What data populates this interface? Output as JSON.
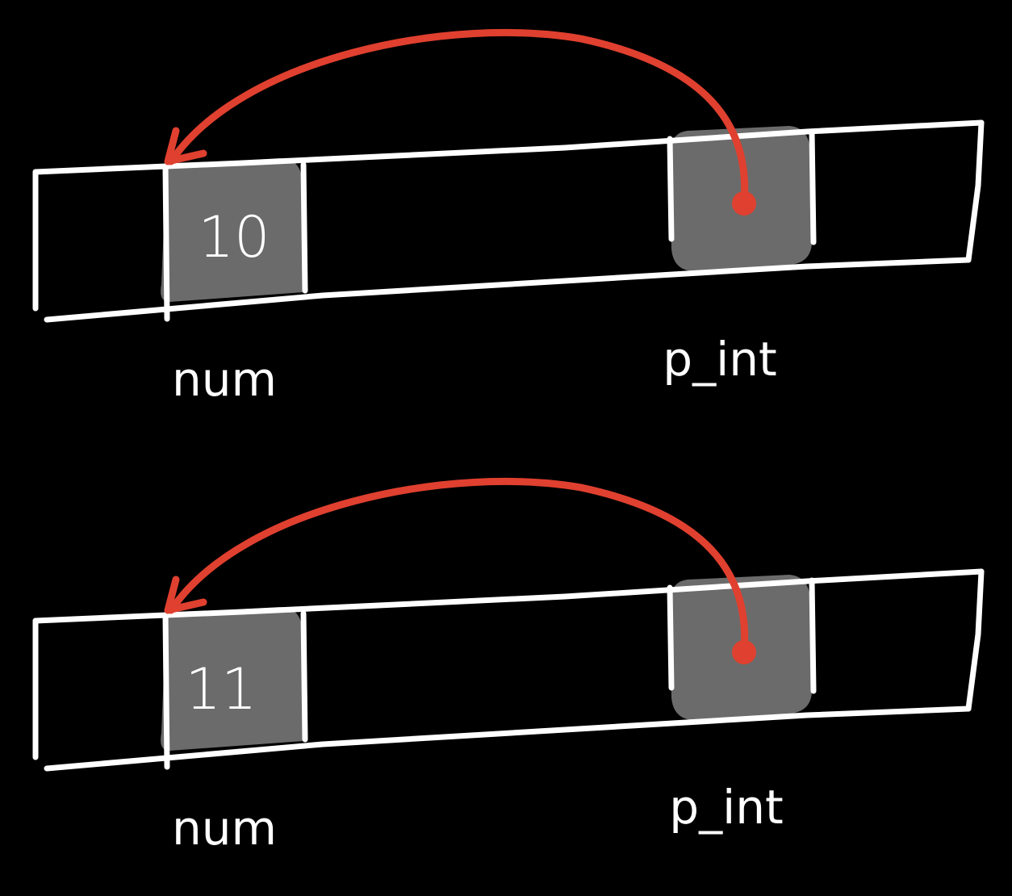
{
  "colors": {
    "background": "#000000",
    "outline": "#ffffff",
    "cell_fill": "#6b6b6b",
    "pointer_arrow": "#e0402f"
  },
  "panels": [
    {
      "num_value": "10",
      "num_label": "num",
      "pointer_label": "p_int"
    },
    {
      "num_value": "11",
      "num_label": "num",
      "pointer_label": "p_int"
    }
  ]
}
